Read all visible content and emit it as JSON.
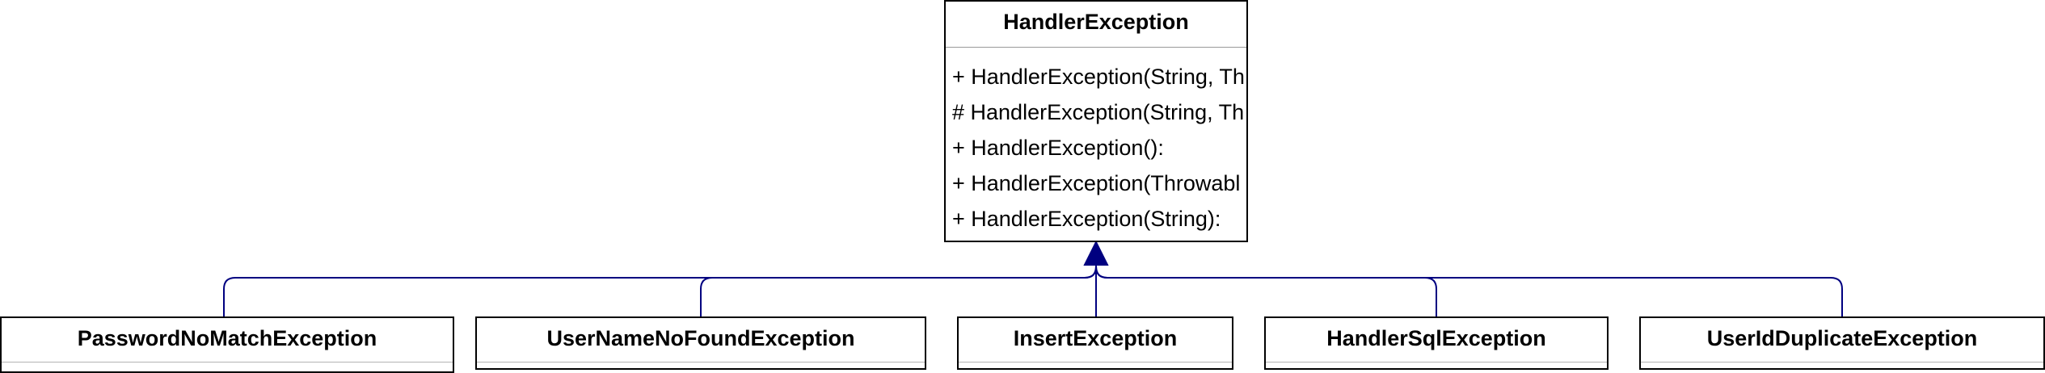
{
  "diagram": {
    "parent_class": {
      "name": "HandlerException",
      "methods": [
        "+ HandlerException(String, Th",
        "# HandlerException(String, Th",
        "+ HandlerException():",
        "+ HandlerException(Throwabl",
        "+ HandlerException(String):"
      ]
    },
    "child_classes": [
      {
        "name": "PasswordNoMatchException"
      },
      {
        "name": "UserNameNoFoundException"
      },
      {
        "name": "InsertException"
      },
      {
        "name": "HandlerSqlException"
      },
      {
        "name": "UserIdDuplicateException"
      }
    ],
    "relationship": "generalization",
    "colors": {
      "edge": "#000080",
      "arrowhead": "#000080",
      "box_border": "#000000",
      "divider": "#9a9a9a"
    }
  }
}
